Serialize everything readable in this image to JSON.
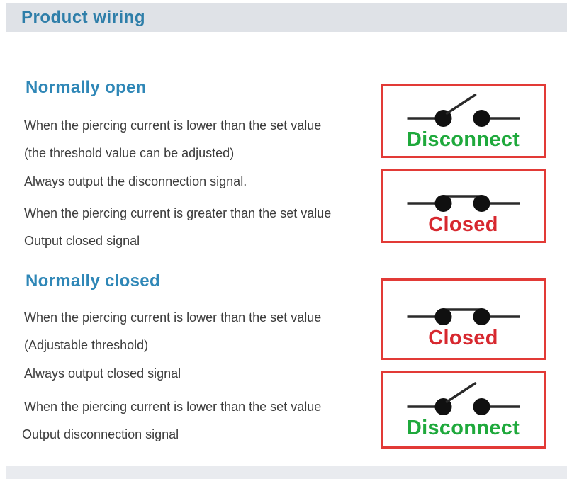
{
  "header": {
    "title": "Product wiring"
  },
  "sections": [
    {
      "heading": "Normally open",
      "lines": [
        "When the piercing current is lower than the set value",
        "(the threshold value can be adjusted)",
        "Always output the disconnection signal.",
        "When the piercing current is greater than the set value",
        "Output closed signal"
      ]
    },
    {
      "heading": "Normally closed",
      "lines": [
        "When the piercing current is lower than the set value",
        "(Adjustable threshold)",
        "Always output closed signal",
        "When the piercing current is lower than the set value",
        "Output disconnection signal"
      ]
    }
  ],
  "diagram_boxes": [
    {
      "state": "open",
      "label": "Disconnect",
      "label_color": "#1fa93c"
    },
    {
      "state": "closed",
      "label": "Closed",
      "label_color": "#d7282f"
    },
    {
      "state": "closed",
      "label": "Closed",
      "label_color": "#d7282f"
    },
    {
      "state": "open",
      "label": "Disconnect",
      "label_color": "#1fa93c"
    }
  ],
  "colors": {
    "header_band": "#dfe2e7",
    "title_blue": "#2e7ea9",
    "heading_blue": "#2f87b7",
    "body_text": "#3c3c3c",
    "box_border_red": "#e23a36",
    "disconnect_green": "#1fa93c",
    "closed_red": "#d7282f"
  }
}
